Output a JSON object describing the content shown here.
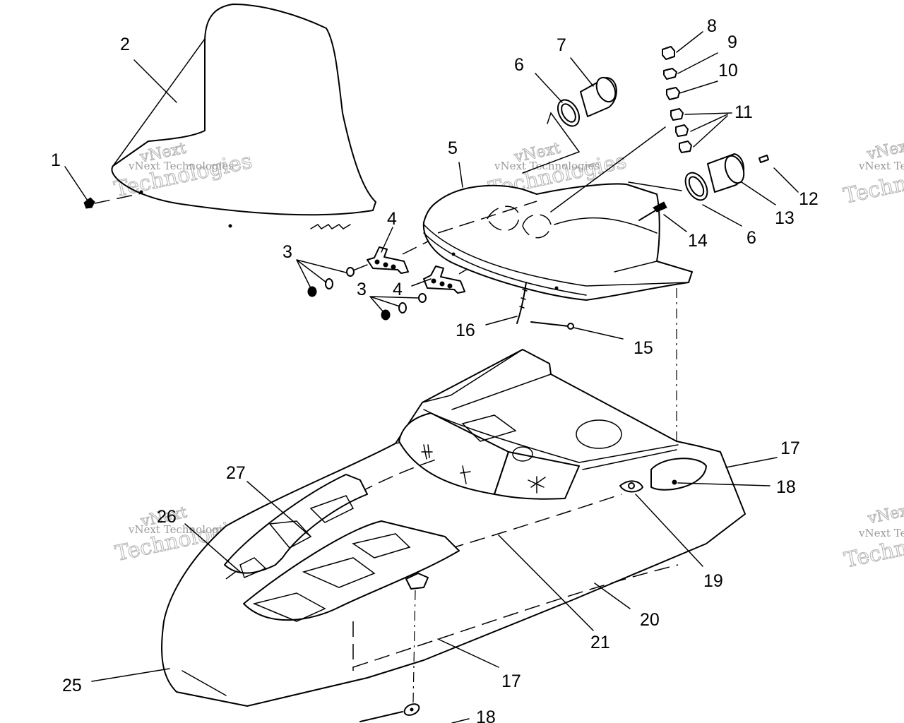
{
  "watermark": {
    "brand": "vNext",
    "company": "Technologies",
    "caption": "vNext Technologies"
  },
  "callouts": [
    "1",
    "2",
    "3",
    "3",
    "4",
    "4",
    "5",
    "6",
    "6",
    "7",
    "8",
    "9",
    "10",
    "11",
    "12",
    "13",
    "14",
    "15",
    "16",
    "17",
    "17",
    "18",
    "18",
    "19",
    "20",
    "21",
    "25",
    "26",
    "27"
  ]
}
